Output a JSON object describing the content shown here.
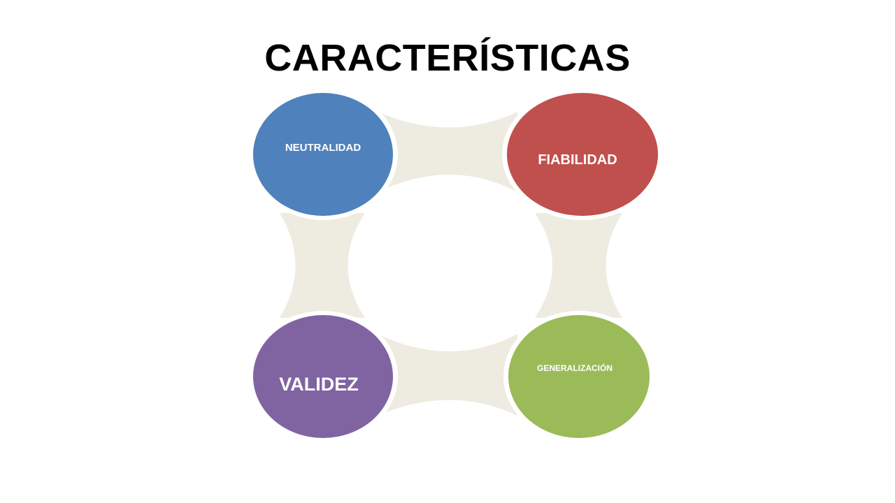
{
  "slide": {
    "title": "CARACTERÍSTICAS"
  },
  "diagram": {
    "connector_color": "#EEEBE1",
    "nodes": [
      {
        "id": "top-left",
        "label": "NEUTRALIDAD",
        "color": "#4F81BD"
      },
      {
        "id": "top-right",
        "label": "FIABILIDAD",
        "color": "#C0504D"
      },
      {
        "id": "bottom-left",
        "label": "VALIDEZ",
        "color": "#8064A2"
      },
      {
        "id": "bottom-right",
        "label": "GENERALIZACIÓN",
        "color": "#9BBB59"
      }
    ]
  }
}
